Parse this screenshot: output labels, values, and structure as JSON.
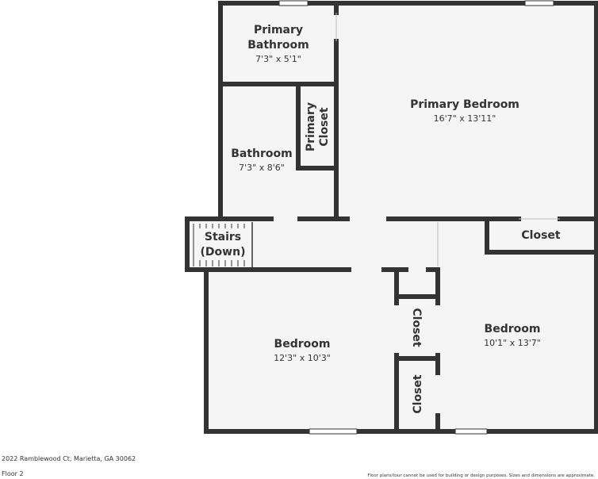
{
  "colors": {
    "wall": "#333333",
    "floor": "#f5f5f5",
    "background": "#ffffff",
    "text": "#333333"
  },
  "rooms": {
    "primary_bathroom": {
      "name_line1": "Primary",
      "name_line2": "Bathroom",
      "dims": "7'3\" x 5'1\""
    },
    "primary_bedroom": {
      "name": "Primary Bedroom",
      "dims": "16'7\" x 13'11\""
    },
    "primary_closet": {
      "name_line1": "Primary",
      "name_line2": "Closet"
    },
    "bathroom": {
      "name": "Bathroom",
      "dims": "7'3\" x 8'6\""
    },
    "stairs": {
      "name_line1": "Stairs",
      "name_line2": "(Down)"
    },
    "closet_right": {
      "name": "Closet"
    },
    "bedroom_left": {
      "name": "Bedroom",
      "dims": "12'3\" x 10'3\""
    },
    "bedroom_right": {
      "name": "Bedroom",
      "dims": "10'1\" x 13'7\""
    },
    "closet_mid_upper": {
      "name": "Closet"
    },
    "closet_mid_lower": {
      "name": "Closet"
    }
  },
  "footer": {
    "address": "2022 Ramblewood Ct, Marietta, GA 30062",
    "floor": "Floor 2",
    "disclaimer": "Floor plans/tour cannot be used for building or design purposes. Sizes and dimensions are approximate."
  }
}
